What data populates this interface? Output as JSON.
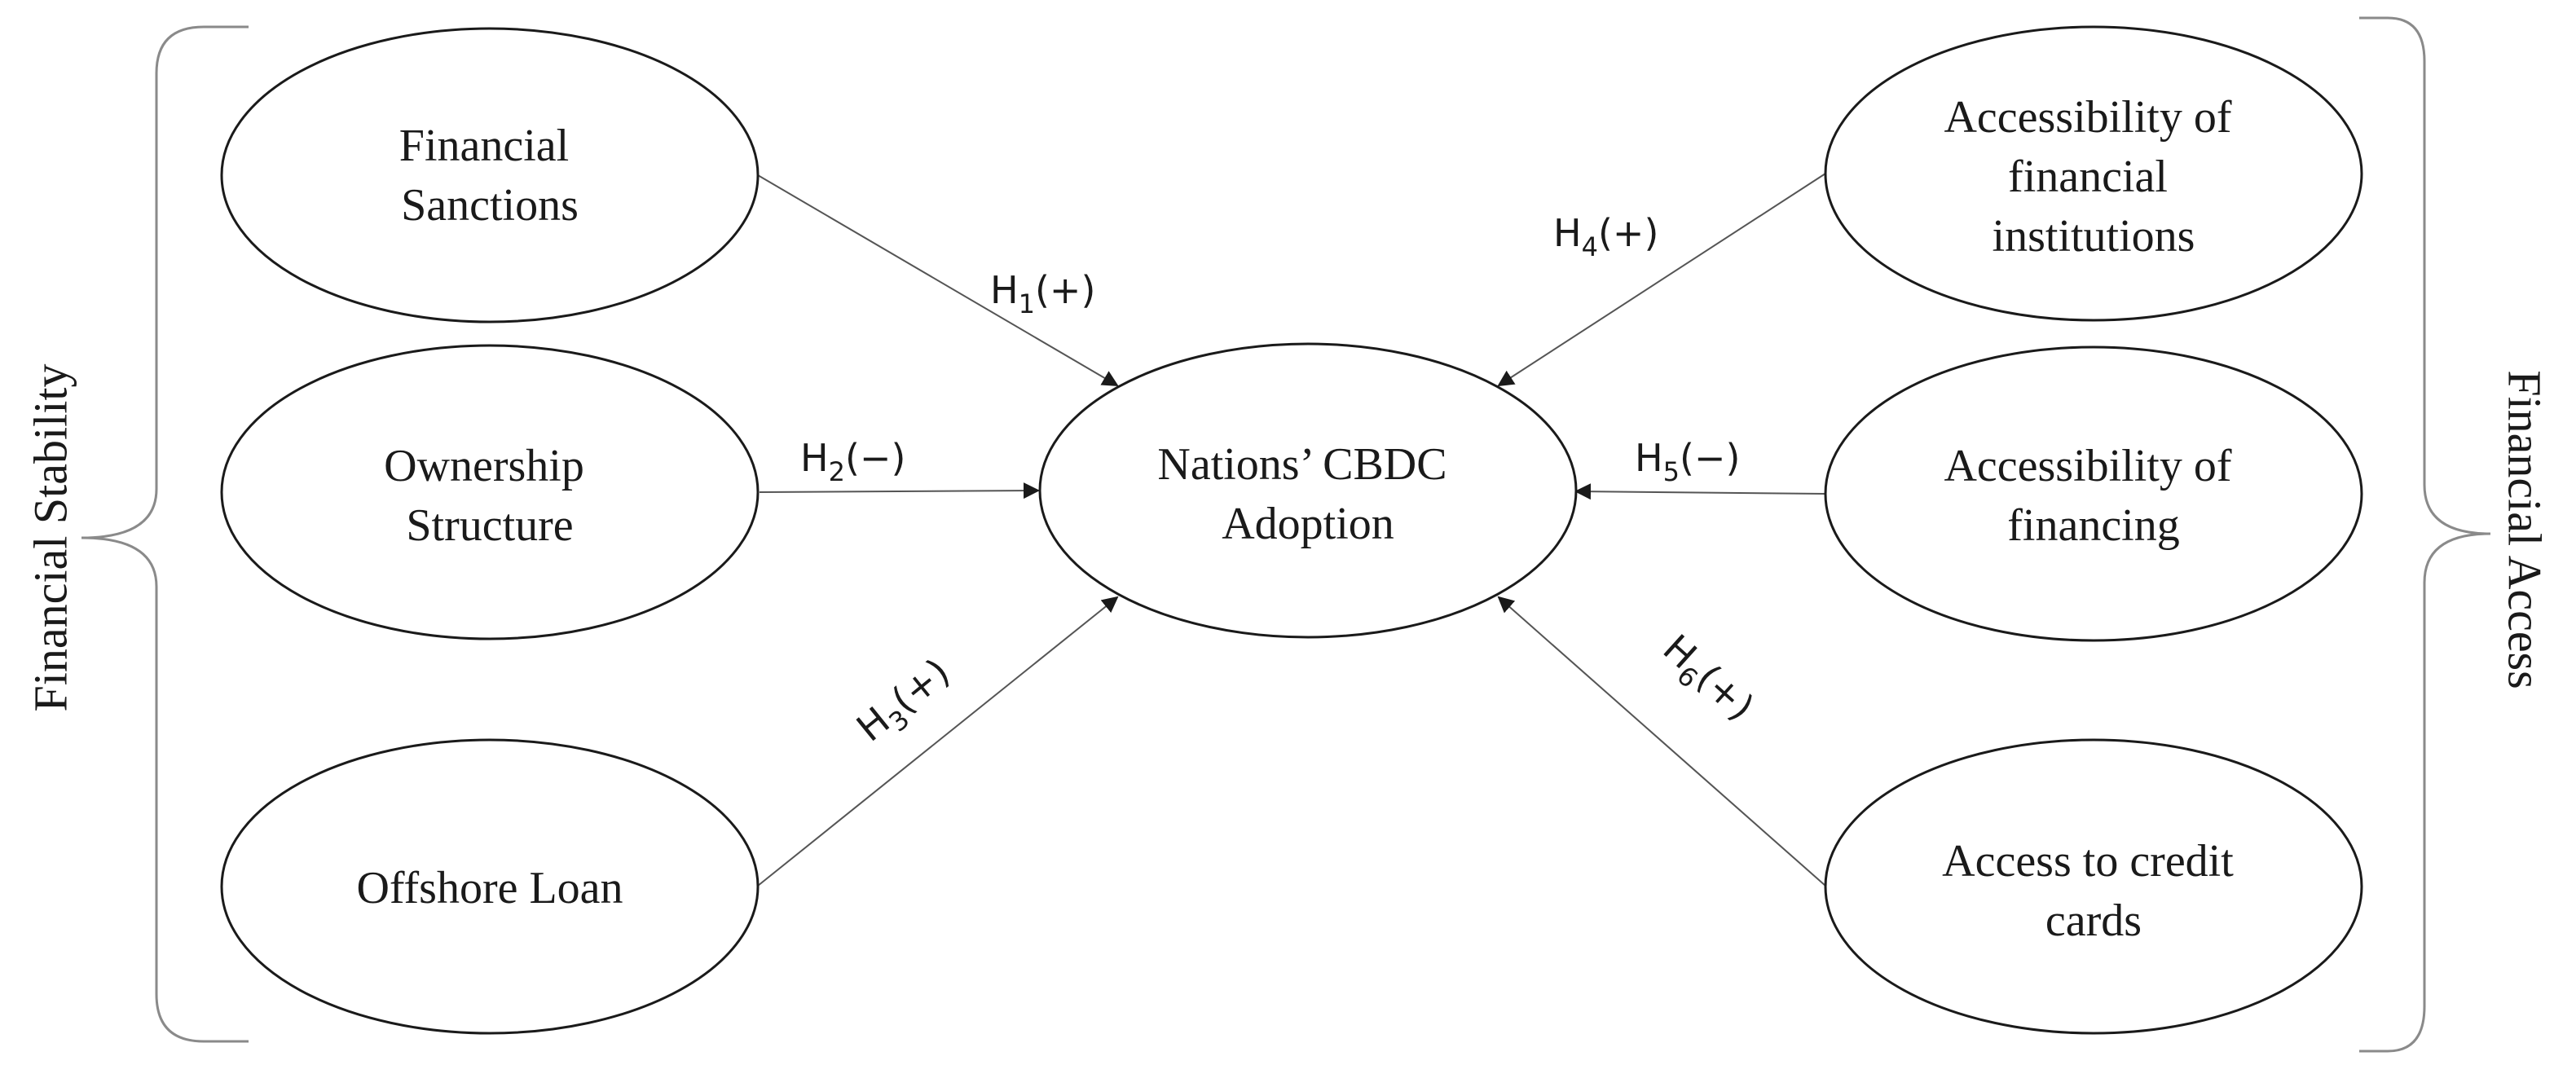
{
  "groups": {
    "left": "Financial Stability",
    "right": "Financial Access"
  },
  "center": {
    "lines": [
      "Nations’ CBDC",
      "Adoption"
    ]
  },
  "nodes": {
    "financial_sanctions": {
      "lines": [
        "Financial",
        "Sanctions"
      ]
    },
    "ownership_structure": {
      "lines": [
        "Ownership",
        "Structure"
      ]
    },
    "offshore_loan": {
      "lines": [
        "Offshore Loan"
      ]
    },
    "accessibility_institutions": {
      "lines": [
        "Accessibility of",
        "financial",
        "institutions"
      ]
    },
    "accessibility_financing": {
      "lines": [
        "Accessibility of",
        "financing"
      ]
    },
    "access_credit_cards": {
      "lines": [
        "Access to credit",
        "cards"
      ]
    }
  },
  "hypotheses": {
    "h1": {
      "base": "H",
      "sub": "1",
      "sign": "(+)"
    },
    "h2": {
      "base": "H",
      "sub": "2",
      "sign": "(−)"
    },
    "h3": {
      "base": "H",
      "sub": "3",
      "sign": "(+)"
    },
    "h4": {
      "base": "H",
      "sub": "4",
      "sign": "(+)"
    },
    "h5": {
      "base": "H",
      "sub": "5",
      "sign": "(−)"
    },
    "h6": {
      "base": "H",
      "sub": "6",
      "sign": "(+)"
    }
  }
}
